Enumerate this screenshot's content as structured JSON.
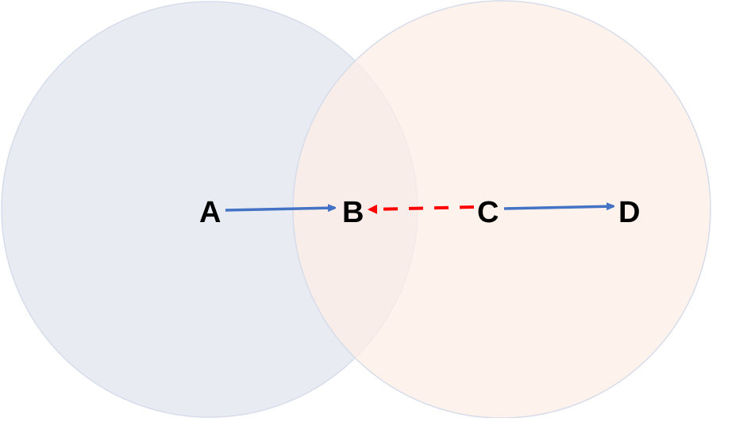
{
  "nodes": {
    "a": "A",
    "b": "B",
    "c": "C",
    "d": "D"
  },
  "colors": {
    "left_circle": "#e8ebf2",
    "right_circle": "#fdeee6",
    "circle_stroke": "#d6dcea",
    "solid_arrow": "#4472c4",
    "dashed_arrow": "#ff0000"
  },
  "edges": [
    {
      "from": "A",
      "to": "B",
      "style": "solid"
    },
    {
      "from": "C",
      "to": "B",
      "style": "dashed"
    },
    {
      "from": "C",
      "to": "D",
      "style": "solid"
    }
  ]
}
